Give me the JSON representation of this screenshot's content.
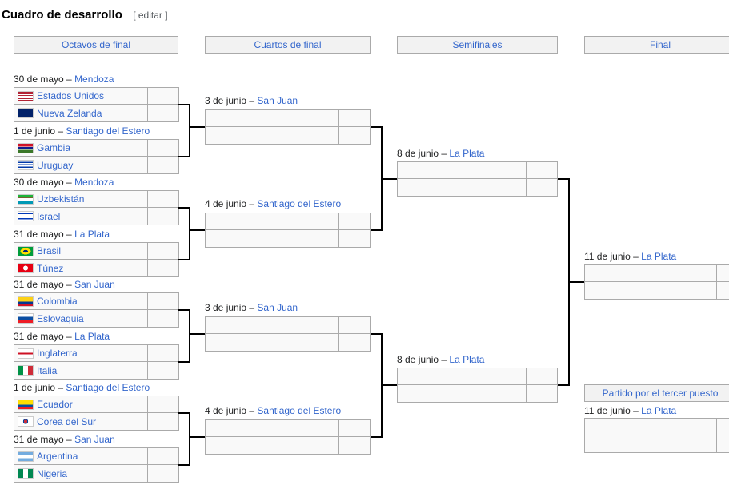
{
  "heading": {
    "title": "Cuadro de desarrollo",
    "edit": "[ editar ]"
  },
  "rounds": [
    "Octavos de final",
    "Cuartos de final",
    "Semifinales",
    "Final"
  ],
  "third_place_header": "Partido por el tercer puesto",
  "dash": "–",
  "r16": [
    {
      "date": "30 de mayo",
      "venue": "Mendoza",
      "teams": [
        "Estados Unidos",
        "Nueva Zelanda"
      ],
      "flags": [
        "us-flag-icon",
        "nz-flag-icon"
      ]
    },
    {
      "date": "1 de junio",
      "venue": "Santiago del Estero",
      "teams": [
        "Gambia",
        "Uruguay"
      ],
      "flags": [
        "gambia-flag-icon",
        "uruguay-flag-icon"
      ]
    },
    {
      "date": "30 de mayo",
      "venue": "Mendoza",
      "teams": [
        "Uzbekistán",
        "Israel"
      ],
      "flags": [
        "uzbekistan-flag-icon",
        "israel-flag-icon"
      ]
    },
    {
      "date": "31 de mayo",
      "venue": "La Plata",
      "teams": [
        "Brasil",
        "Túnez"
      ],
      "flags": [
        "brazil-flag-icon",
        "tunisia-flag-icon"
      ]
    },
    {
      "date": "31 de mayo",
      "venue": "San Juan",
      "teams": [
        "Colombia",
        "Eslovaquia"
      ],
      "flags": [
        "colombia-flag-icon",
        "slovakia-flag-icon"
      ]
    },
    {
      "date": "31 de mayo",
      "venue": "La Plata",
      "teams": [
        "Inglaterra",
        "Italia"
      ],
      "flags": [
        "england-flag-icon",
        "italy-flag-icon"
      ]
    },
    {
      "date": "1 de junio",
      "venue": "Santiago del Estero",
      "teams": [
        "Ecuador",
        "Corea del Sur"
      ],
      "flags": [
        "ecuador-flag-icon",
        "korea-flag-icon"
      ]
    },
    {
      "date": "31 de mayo",
      "venue": "San Juan",
      "teams": [
        "Argentina",
        "Nigeria"
      ],
      "flags": [
        "argentina-flag-icon",
        "nigeria-flag-icon"
      ]
    }
  ],
  "qf": [
    {
      "date": "3 de junio",
      "venue": "San Juan"
    },
    {
      "date": "4 de junio",
      "venue": "Santiago del Estero"
    },
    {
      "date": "3 de junio",
      "venue": "San Juan"
    },
    {
      "date": "4 de junio",
      "venue": "Santiago del Estero"
    }
  ],
  "sf": [
    {
      "date": "8 de junio",
      "venue": "La Plata"
    },
    {
      "date": "8 de junio",
      "venue": "La Plata"
    }
  ],
  "final": {
    "date": "11 de junio",
    "venue": "La Plata"
  },
  "third": {
    "date": "11 de junio",
    "venue": "La Plata"
  }
}
